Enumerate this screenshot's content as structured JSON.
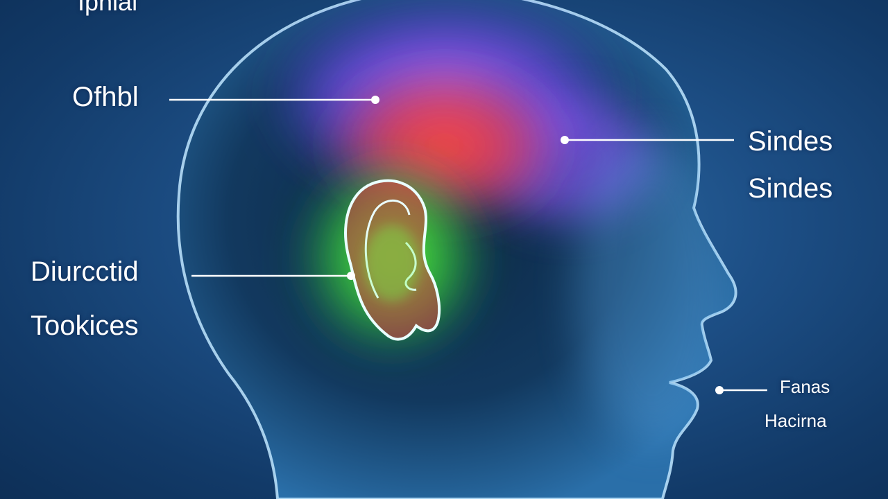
{
  "labels": {
    "top": "Iphial",
    "ofhbl": "Ofhbl",
    "sindes_1": "Sindes",
    "sindes_2": "Sindes",
    "diurcctid": "Diurcctid",
    "tookices": "Tookices",
    "fanas": "Fanas",
    "hacirna": "Hacirna"
  },
  "colors": {
    "background": "#1d4f86",
    "head_outline": "#bfe6ff",
    "region_purple": "#8a5cff",
    "region_red": "#ff4a3a",
    "region_green": "#4dff3a",
    "leader_line": "#ffffff"
  }
}
